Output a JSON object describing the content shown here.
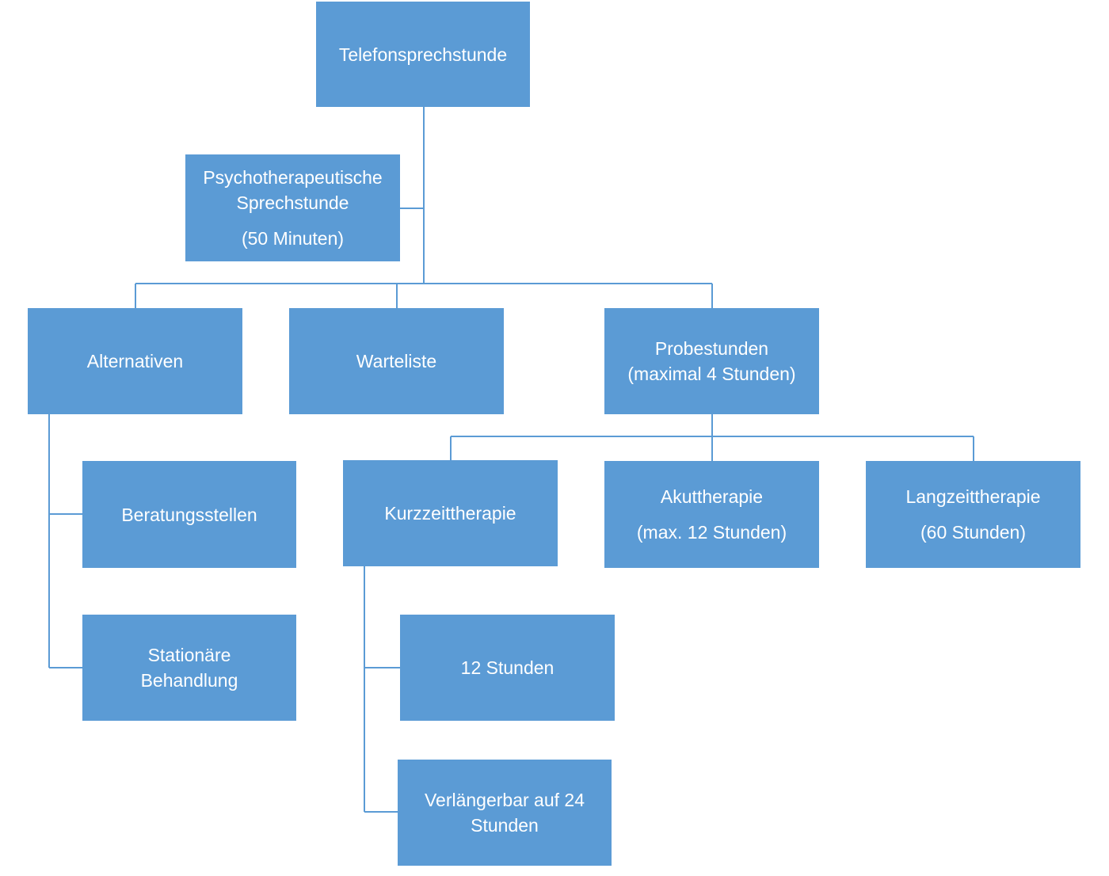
{
  "nodes": {
    "telefon": {
      "lines": [
        "Telefonsprechstunde"
      ]
    },
    "psycho": {
      "lines": [
        "Psychotherapeutische",
        "Sprechstunde"
      ],
      "sub": "(50 Minuten)"
    },
    "alternativen": {
      "lines": [
        "Alternativen"
      ]
    },
    "warteliste": {
      "lines": [
        "Warteliste"
      ]
    },
    "probestunden": {
      "lines": [
        "Probestunden",
        "(maximal 4 Stunden)"
      ]
    },
    "beratungsstellen": {
      "lines": [
        "Beratungsstellen"
      ]
    },
    "stationaer": {
      "lines": [
        "Stationäre",
        "Behandlung"
      ]
    },
    "kurzzeit": {
      "lines": [
        "Kurzzeittherapie"
      ]
    },
    "akut": {
      "lines": [
        "Akuttherapie"
      ],
      "sub": "(max. 12 Stunden)"
    },
    "langzeit": {
      "lines": [
        "Langzeittherapie"
      ],
      "sub": "(60 Stunden)"
    },
    "zwoelf": {
      "lines": [
        "12 Stunden"
      ]
    },
    "verlaengerbar": {
      "lines": [
        "Verlängerbar auf 24",
        "Stunden"
      ]
    }
  },
  "colors": {
    "box": "#5b9bd5",
    "text": "#ffffff",
    "line": "#5b9bd5"
  }
}
